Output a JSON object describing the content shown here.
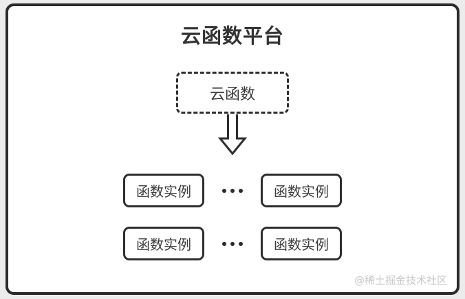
{
  "frame": {
    "title": "云函数平台",
    "background_color": "#ffffff",
    "border_color": "#2b2b2b",
    "page_background_color": "#ececec"
  },
  "diagram": {
    "type": "architecture-diagram",
    "root_node": {
      "label": "云函数",
      "border_style": "dashed"
    },
    "arrow": {
      "icon": "down-arrow-icon",
      "direction": "down",
      "style": "hollow-outline"
    },
    "rows": [
      {
        "left": "函数实例",
        "separator_icon": "ellipsis-icon",
        "right": "函数实例"
      },
      {
        "left": "函数实例",
        "separator_icon": "ellipsis-icon",
        "right": "函数实例"
      }
    ],
    "node_border_color": "#2e2e2e",
    "text_color": "#3a3a3a"
  },
  "watermark": {
    "text": "@稀土掘金技术社区",
    "color": "#c8c8c8"
  }
}
